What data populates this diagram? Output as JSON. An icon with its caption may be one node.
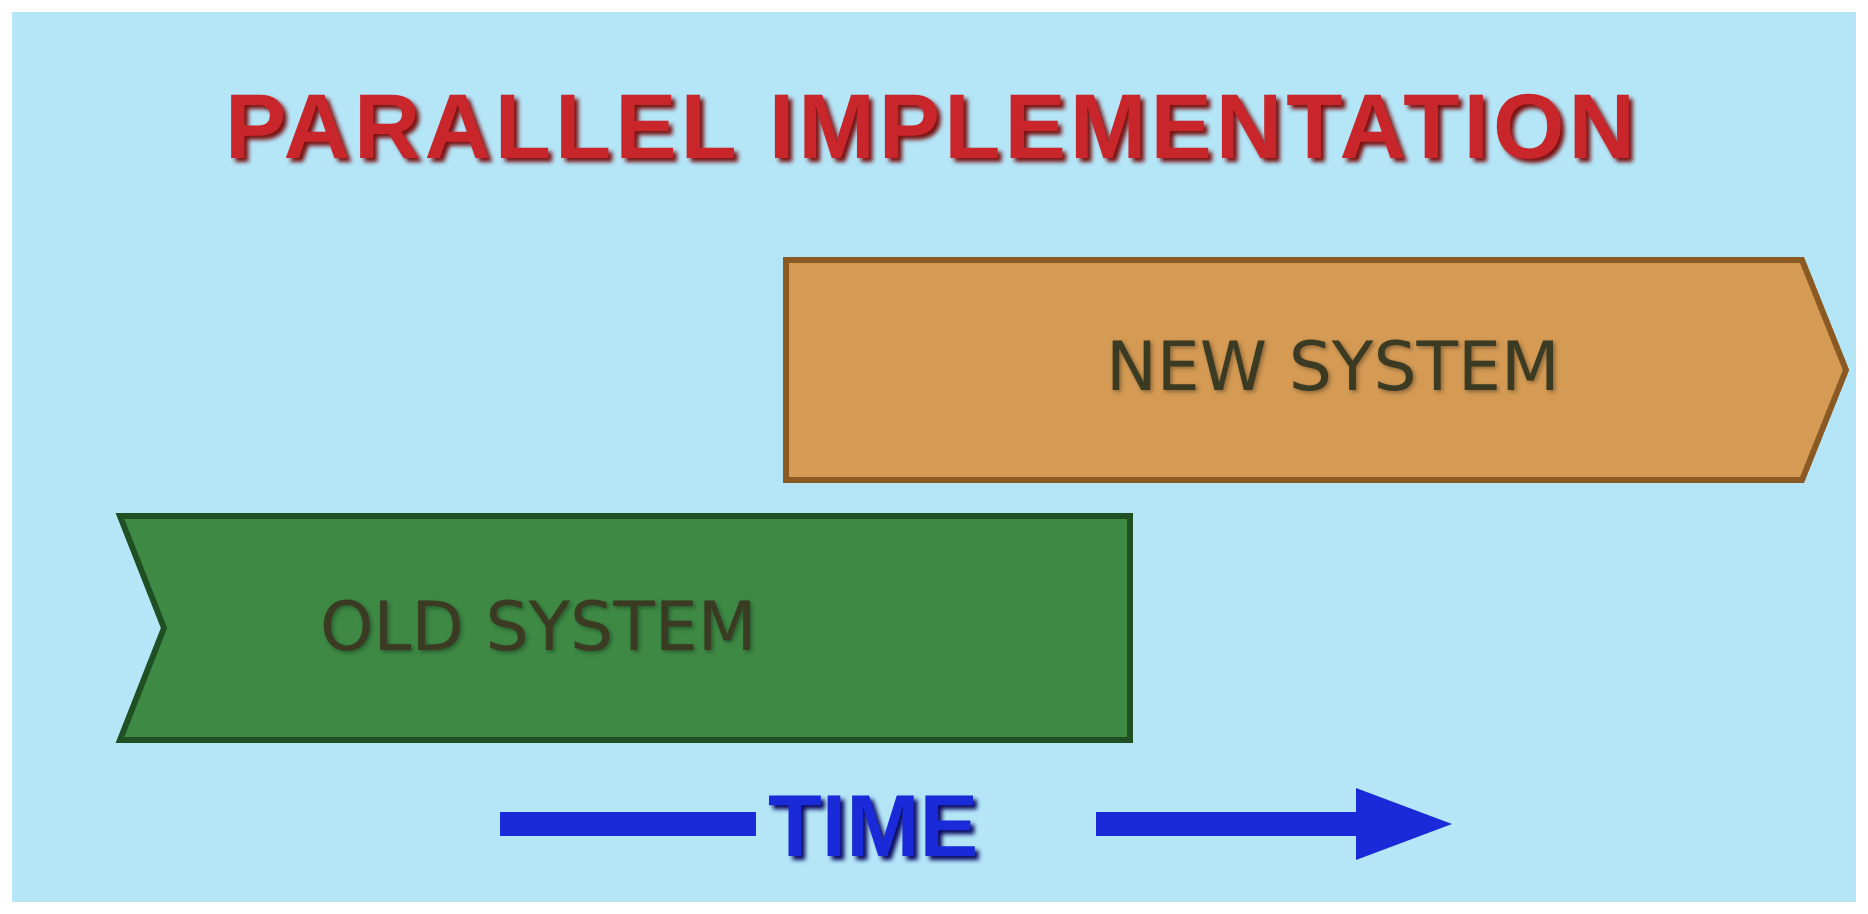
{
  "diagram": {
    "title": "PARALLEL IMPLEMENTATION",
    "nodes": [
      {
        "text": [
          "NEW SYSTEM"
        ]
      },
      {
        "text": [
          "OLD SYSTEM"
        ]
      }
    ],
    "labels": [
      "TIME"
    ]
  }
}
